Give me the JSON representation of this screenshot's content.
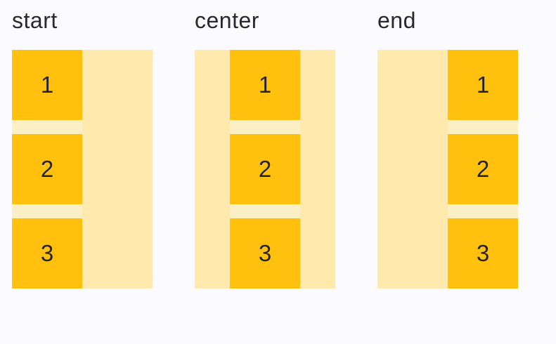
{
  "colors": {
    "page_bg": "#FBFBFE",
    "container_bg": "#FFE9AD",
    "track_bg": "#FBF0C5",
    "item_bg": "#FFC10D",
    "label_text": "#28292D",
    "item_text": "#222428"
  },
  "groups": [
    {
      "label": "start",
      "alignment": "start",
      "items": [
        "1",
        "2",
        "3"
      ]
    },
    {
      "label": "center",
      "alignment": "center",
      "items": [
        "1",
        "2",
        "3"
      ]
    },
    {
      "label": "end",
      "alignment": "end",
      "items": [
        "1",
        "2",
        "3"
      ]
    }
  ]
}
